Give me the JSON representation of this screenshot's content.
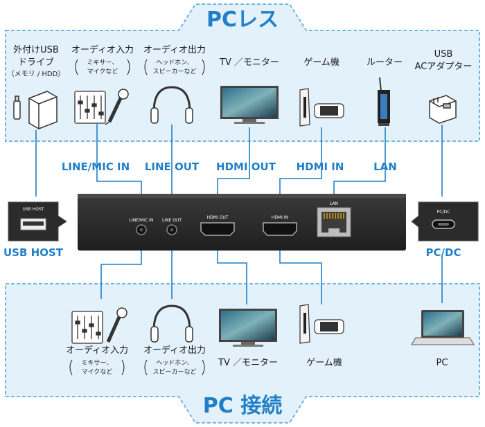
{
  "titles": {
    "top": "PCレス",
    "bottom": "PC 接続"
  },
  "top_items": {
    "usb_drive": {
      "l1": "外付けUSB",
      "l2": "ドライブ",
      "l3": "（メモリ / HDD）"
    },
    "audio_in": {
      "l1": "オーディオ入力",
      "l2": "ミキサー、",
      "l3": "マイクなど"
    },
    "audio_out": {
      "l1": "オーディオ出力",
      "l2": "ヘッドホン、",
      "l3": "スピーカーなど"
    },
    "tv": {
      "l1": "TV ／モニター"
    },
    "game": {
      "l1": "ゲーム機"
    },
    "router": {
      "l1": "ルーター"
    },
    "usb_adapter": {
      "l1": "USB",
      "l2": "ACアダプター"
    }
  },
  "port_labels": {
    "line_mic_in": "LINE/MIC IN",
    "line_out": "LINE OUT",
    "hdmi_out": "HDMI OUT",
    "hdmi_in": "HDMI IN",
    "lan": "LAN",
    "usb_host": "USB HOST",
    "pc_dc": "PC/DC"
  },
  "device_ports": {
    "line_mic_in": "LINE/MIC IN",
    "line_out": "LINE OUT",
    "hdmi_out": "HDMI OUT",
    "hdmi_in": "HDMI IN",
    "lan": "LAN",
    "usb_host": "USB HOST",
    "pc_dc": "PC/DC"
  },
  "bottom_items": {
    "audio_in": {
      "l1": "オーディオ入力",
      "l2": "ミキサー、",
      "l3": "マイクなど"
    },
    "audio_out": {
      "l1": "オーディオ出力",
      "l2": "ヘッドホン、",
      "l3": "スピーカーなど"
    },
    "tv": {
      "l1": "TV ／モニター"
    },
    "game": {
      "l1": "ゲーム機"
    },
    "pc": {
      "l1": "PC"
    }
  },
  "colors": {
    "panel_bg": "#e3f1fb",
    "panel_border": "#6fb6e6",
    "accent": "#1f7fc8",
    "device": "#2b2b2b"
  }
}
